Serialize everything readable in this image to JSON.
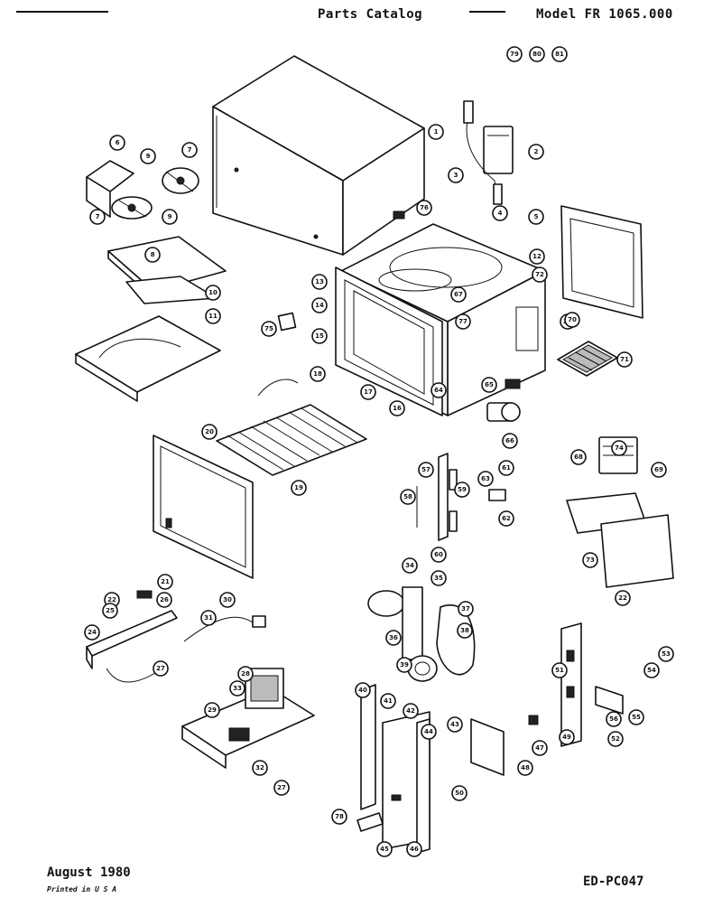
{
  "header": {
    "catalog_title": "Parts Catalog",
    "model": "Model FR 1065.000"
  },
  "footer": {
    "date": "August 1980",
    "printed": "Printed in U S A",
    "doc_code": "ED-PC047"
  },
  "callouts": [
    "1",
    "2",
    "3",
    "4",
    "5",
    "6",
    "7",
    "7",
    "8",
    "9",
    "9",
    "10",
    "11",
    "12",
    "13",
    "14",
    "15",
    "16",
    "17",
    "18",
    "19",
    "20",
    "21",
    "22",
    "22",
    "23",
    "24",
    "25",
    "26",
    "27",
    "27",
    "28",
    "29",
    "30",
    "31",
    "32",
    "33",
    "34",
    "35",
    "36",
    "37",
    "38",
    "39",
    "40",
    "41",
    "42",
    "43",
    "44",
    "45",
    "46",
    "47",
    "48",
    "49",
    "50",
    "51",
    "52",
    "53",
    "54",
    "55",
    "56",
    "57",
    "58",
    "59",
    "60",
    "61",
    "62",
    "63",
    "64",
    "65",
    "66",
    "67",
    "68",
    "69",
    "70",
    "71",
    "72",
    "73",
    "74",
    "75",
    "76",
    "77",
    "78",
    "79",
    "80",
    "81"
  ]
}
